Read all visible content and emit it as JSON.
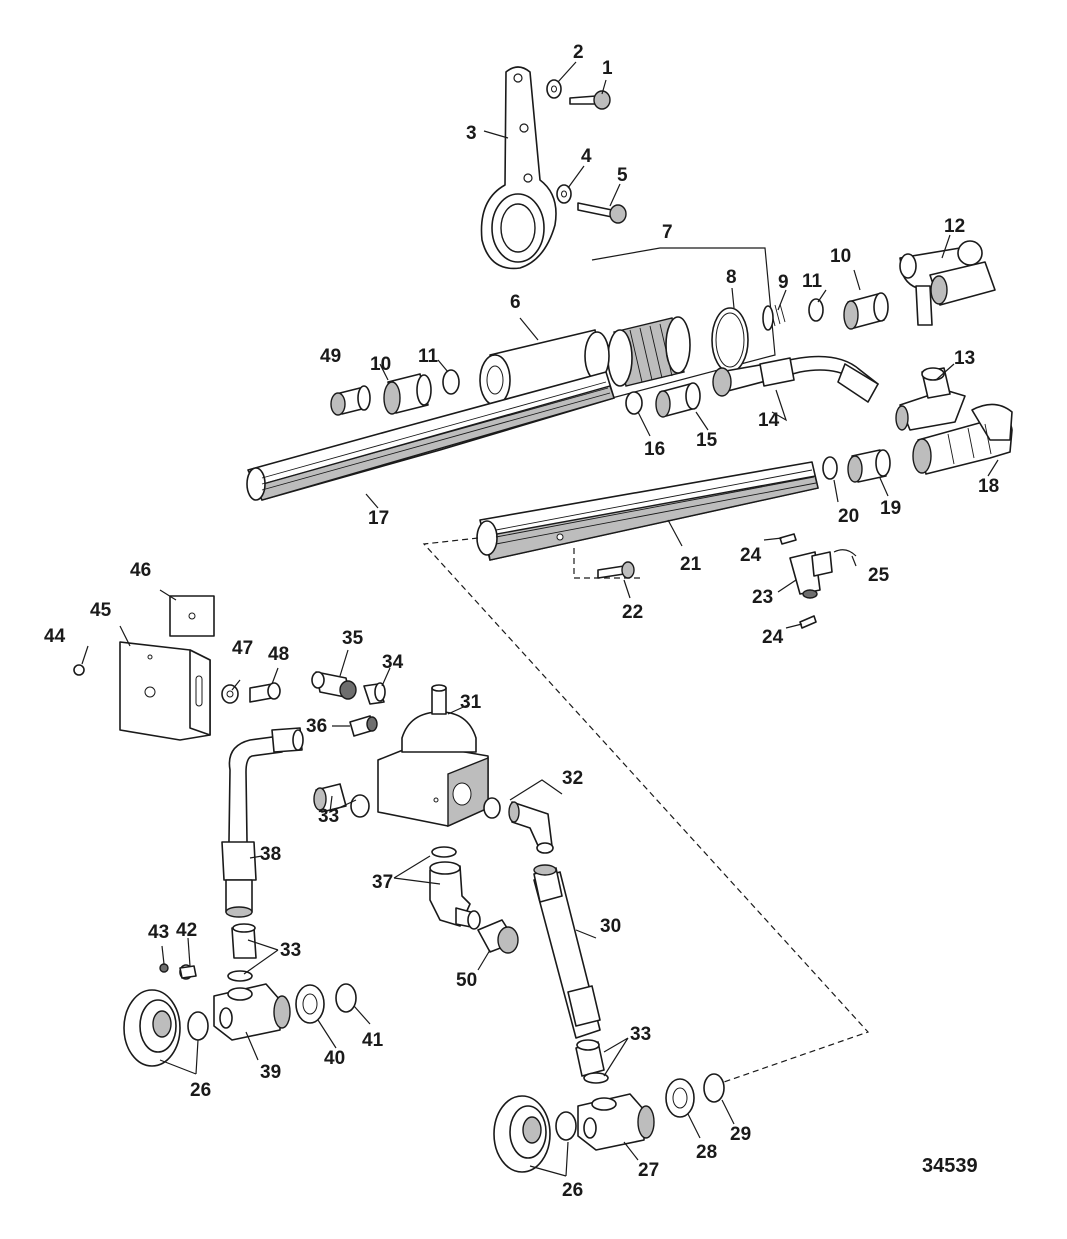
{
  "figure_number": "34539",
  "callouts": {
    "c1": "1",
    "c2": "2",
    "c3": "3",
    "c4": "4",
    "c5": "5",
    "c6": "6",
    "c7": "7",
    "c8": "8",
    "c9": "9",
    "c10a": "10",
    "c10b": "10",
    "c11a": "11",
    "c11b": "11",
    "c12": "12",
    "c13": "13",
    "c14": "14",
    "c15": "15",
    "c16": "16",
    "c17": "17",
    "c18": "18",
    "c19": "19",
    "c20": "20",
    "c21": "21",
    "c22": "22",
    "c23": "23",
    "c24a": "24",
    "c24b": "24",
    "c25": "25",
    "c26a": "26",
    "c26b": "26",
    "c27": "27",
    "c28": "28",
    "c29": "29",
    "c30": "30",
    "c31": "31",
    "c32": "32",
    "c33a": "33",
    "c33b": "33",
    "c33c": "33",
    "c34": "34",
    "c35": "35",
    "c36": "36",
    "c37": "37",
    "c38": "38",
    "c39": "39",
    "c40": "40",
    "c41": "41",
    "c42": "42",
    "c43": "43",
    "c44": "44",
    "c45": "45",
    "c46": "46",
    "c47": "47",
    "c48": "48",
    "c49": "49",
    "c50": "50"
  }
}
